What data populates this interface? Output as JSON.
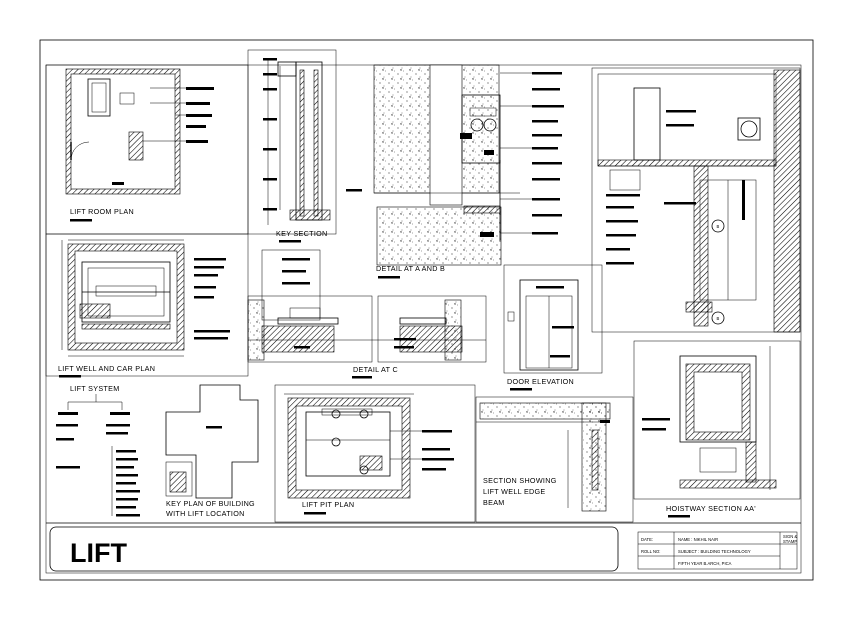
{
  "sheet": {
    "title": "LIFT",
    "views": {
      "lift_room_plan": "LIFT ROOM PLAN",
      "key_section": "KEY SECTION",
      "detail_a_b": "DETAIL AT A AND B",
      "lift_well_car_plan": "LIFT WELL AND CAR PLAN",
      "detail_c": "DETAIL AT C",
      "door_elevation": "DOOR ELEVATION",
      "lift_system": "LIFT SYSTEM",
      "key_plan_line1": "KEY PLAN OF BUILDING",
      "key_plan_line2": "WITH LIFT LOCATION",
      "lift_pit_plan": "LIFT PIT PLAN",
      "section_edge_line1": "SECTION SHOWING",
      "section_edge_line2": "LIFT WELL EDGE",
      "section_edge_line3": "BEAM",
      "hoistway_section": "HOISTWAY SECTION AA'"
    },
    "markers": {
      "b_upper": "B",
      "b_lower": "B"
    },
    "title_block": {
      "date_label": "DATE:",
      "name": "NAME : NIKHIL NAIR",
      "sign_line1": "SIGN &",
      "sign_line2": "STAMP",
      "roll_label": "ROLL NO:",
      "subject": "SUBJECT : BUILDING TECHNOLOGY",
      "year": "FIFTH YEAR B.ARCH, PICA"
    }
  }
}
